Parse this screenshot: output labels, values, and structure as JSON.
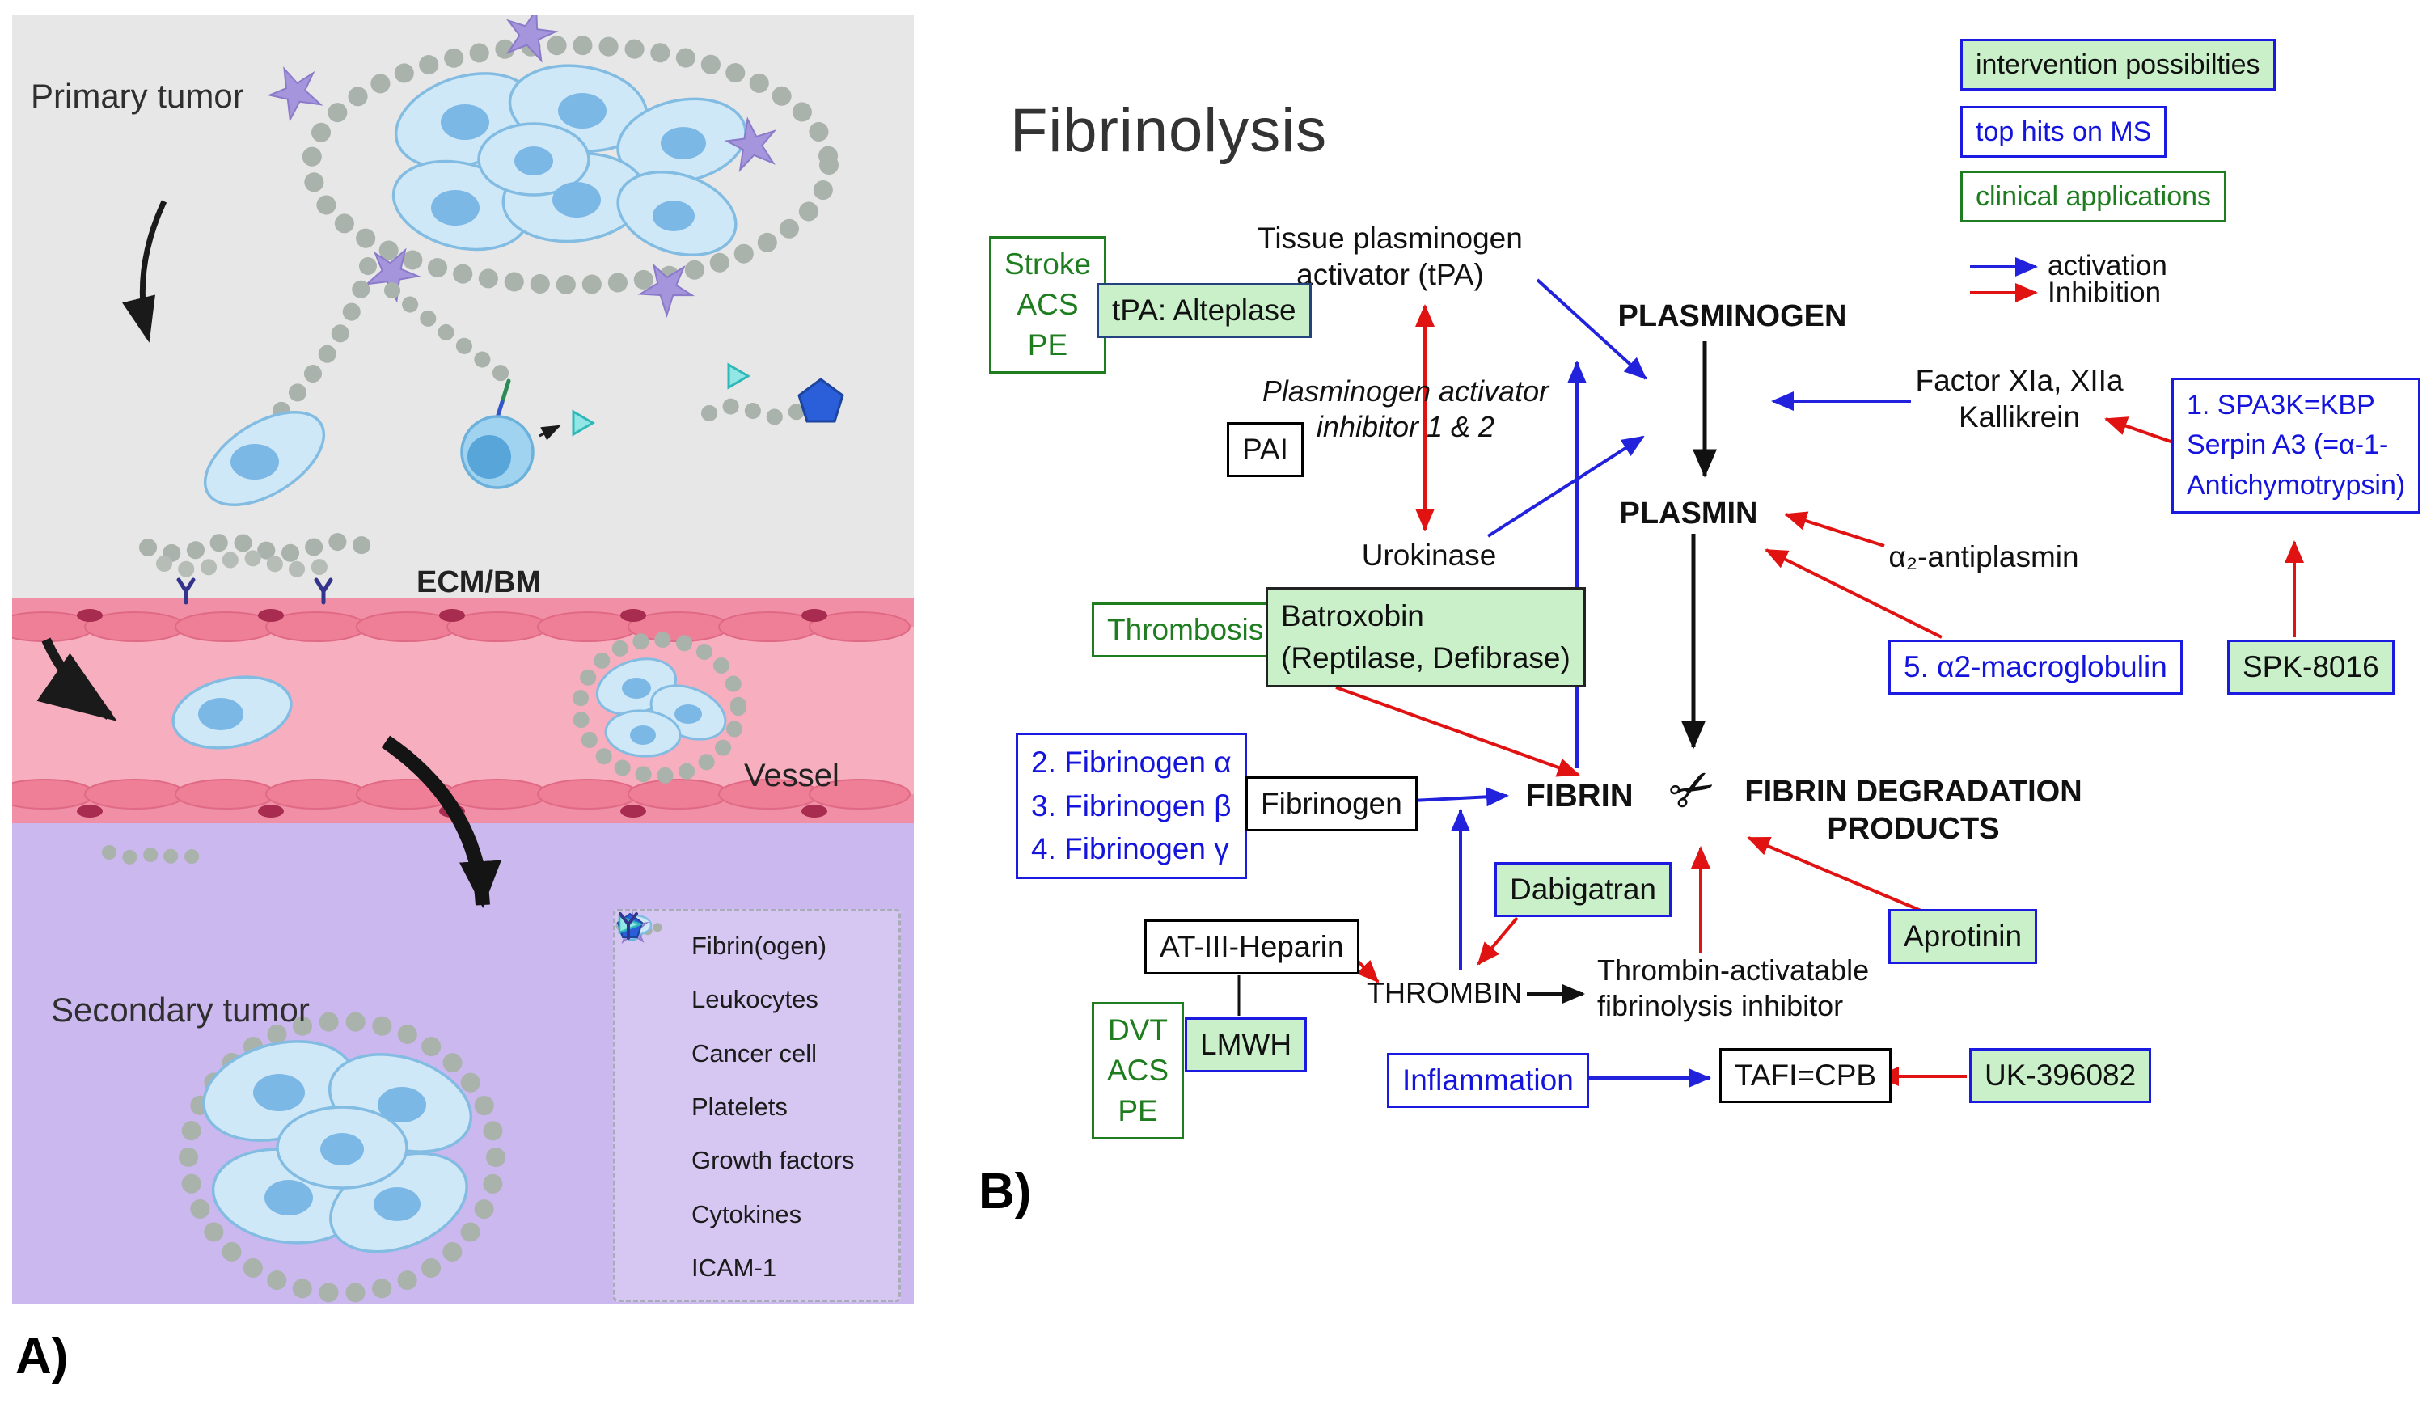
{
  "figure": {
    "panel_a_label": "A)",
    "panel_b_label": "B)"
  },
  "panel_a": {
    "labels": {
      "primary_tumor": "Primary tumor",
      "ecm_bm": "ECM/BM",
      "vessel": "Vessel",
      "secondary_tumor": "Secondary tumor"
    },
    "legend": [
      {
        "icon": "fibrinogen-chain-icon",
        "label": "Fibrin(ogen)"
      },
      {
        "icon": "leukocyte-icon",
        "label": "Leukocytes"
      },
      {
        "icon": "cancer-cell-icon",
        "label": "Cancer cell"
      },
      {
        "icon": "platelet-icon",
        "label": "Platelets"
      },
      {
        "icon": "growth-factor-icon",
        "label": "Growth factors"
      },
      {
        "icon": "cytokine-icon",
        "label": "Cytokines"
      },
      {
        "icon": "icam1-icon",
        "label": "ICAM-1"
      }
    ],
    "colors": {
      "tissue_bg": "#e7e7e7",
      "vessel_lumen": "#f7aebf",
      "vessel_wall": "#f08fa5",
      "lower_bg": "#cbb8ef"
    }
  },
  "panel_b": {
    "title": "Fibrinolysis",
    "key": {
      "intervention": "intervention possibilties",
      "top_hits": "top hits on MS",
      "clinical": "clinical applications",
      "activation": "activation",
      "inhibition": "Inhibition"
    },
    "colors": {
      "activation": "#2222dd",
      "inhibition": "#e01212",
      "intervention_fill": "#c9f0c9",
      "blue_text": "#1414dd",
      "green_text": "#1e7d1e"
    },
    "nodes": {
      "tissue_tpa": {
        "lines": [
          "Tissue plasminogen",
          "activator (tPA)"
        ]
      },
      "plasminogen": "PLASMINOGEN",
      "stroke_indications": {
        "lines": [
          "Stroke",
          "ACS",
          "PE"
        ]
      },
      "tpa_alteplase": "tPA: Alteplase",
      "pai_full": {
        "lines": [
          "Plasminogen activator",
          "inhibitor 1 & 2"
        ]
      },
      "pai": "PAI",
      "urokinase": "Urokinase",
      "factor": {
        "lines": [
          "Factor XIa, XIIa",
          "Kallikrein"
        ]
      },
      "spa3k": {
        "lines": [
          "1.   SPA3K=KBP",
          "Serpin A3 (=α-1-",
          "Antichymotrypsin)"
        ]
      },
      "plasmin": "PLASMIN",
      "antiplasmin": "α₂-antiplasmin",
      "macroglobulin": "5. α2-macroglobulin",
      "spk8016": "SPK-8016",
      "thrombosis": "Thrombosis",
      "batroxobin": {
        "lines": [
          "Batroxobin",
          "(Reptilase, Defibrase)"
        ]
      },
      "fibrinogen_variants": {
        "lines": [
          "2. Fibrinogen α",
          "3. Fibrinogen β",
          "4. Fibrinogen γ"
        ]
      },
      "fibrinogen": "Fibrinogen",
      "fibrin": "FIBRIN",
      "scissors_icon": "✂",
      "fdp": {
        "lines": [
          "FIBRIN DEGRADATION",
          "PRODUCTS"
        ]
      },
      "dabigatran": "Dabigatran",
      "at3_heparin": "AT-III-Heparin",
      "thrombin": "THROMBIN",
      "tafi_full": {
        "lines": [
          "Thrombin-activatable",
          "fibrinolysis inhibitor"
        ]
      },
      "tafi": "TAFI=CPB",
      "inflammation": "Inflammation",
      "uk396082": "UK-396082",
      "aprotinin": "Aprotinin",
      "dvt_indications": {
        "lines": [
          "DVT",
          "ACS",
          "PE"
        ]
      },
      "lmwh": "LMWH"
    }
  }
}
